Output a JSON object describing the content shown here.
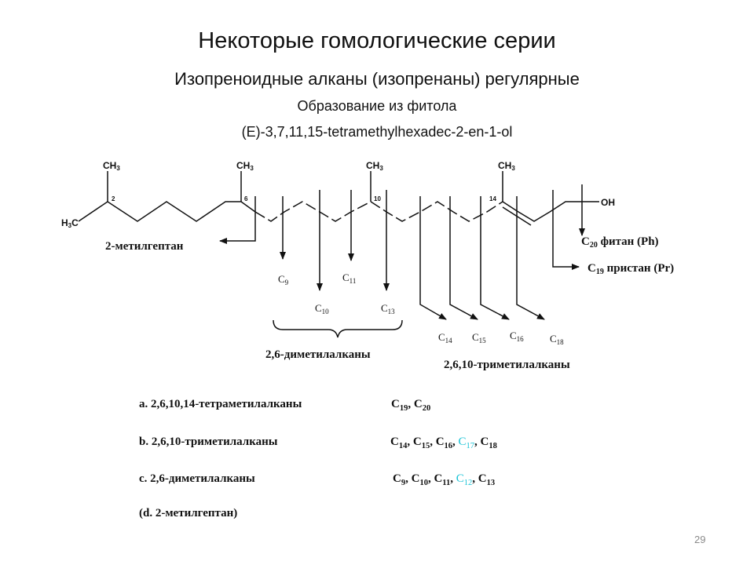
{
  "slide": {
    "title": "Некоторые гомологические серии",
    "subtitle": "Изопреноидные алканы (изопренаны) регулярные",
    "formation": "Образование из фитола",
    "iupac": "(E)-3,7,11,15-tetramethylhexadec-2-en-1-ol",
    "page_number": "29"
  },
  "scheme": {
    "ch3": "CH",
    "ch3_sub": "3",
    "h3c_h": "H",
    "h3c_sub": "3",
    "h3c_c": "C",
    "oh": "OH",
    "locants": [
      "2",
      "6",
      "10",
      "14"
    ],
    "c9": "9",
    "c10": "10",
    "c11": "11",
    "c13": "13",
    "c14": "14",
    "c15": "15",
    "c16": "16",
    "c18": "18",
    "c_letter": "C",
    "methylheptane": "2-метилгептан",
    "phytane_c": "C",
    "phytane_sub": "20",
    "phytane_name": " фитан (Ph)",
    "pristane_c": "C",
    "pristane_sub": "19",
    "pristane_name": " пристан (Pr)",
    "dimethyl": "2,6-диметилалканы",
    "trimethyl": "2,6,10-триметилалканы"
  },
  "list": {
    "a_label": "a. 2,6,10,14-тетраметилалканы",
    "a_vals": [
      [
        "C",
        "19",
        ", "
      ],
      [
        "C",
        "20",
        ""
      ]
    ],
    "b_label": "b. 2,6,10-триметилалканы",
    "b_vals": [
      [
        "C",
        "14",
        ", "
      ],
      [
        "C",
        "15",
        ", "
      ],
      [
        "C",
        "16",
        ", "
      ],
      [
        "C",
        "17",
        ", "
      ],
      [
        "C",
        "18",
        ""
      ]
    ],
    "c_label": "c. 2,6-диметилалканы",
    "c_vals": [
      [
        "C",
        "9",
        ", "
      ],
      [
        "C",
        "10",
        ", "
      ],
      [
        "C",
        "11",
        ", "
      ],
      [
        "C",
        "12",
        ", "
      ],
      [
        "C",
        "13",
        ""
      ]
    ],
    "d_label": "(d. 2-метилгептан)"
  },
  "colors": {
    "highlight": "#19c3d6",
    "text": "#111111",
    "page_number": "#8a8a8a"
  }
}
